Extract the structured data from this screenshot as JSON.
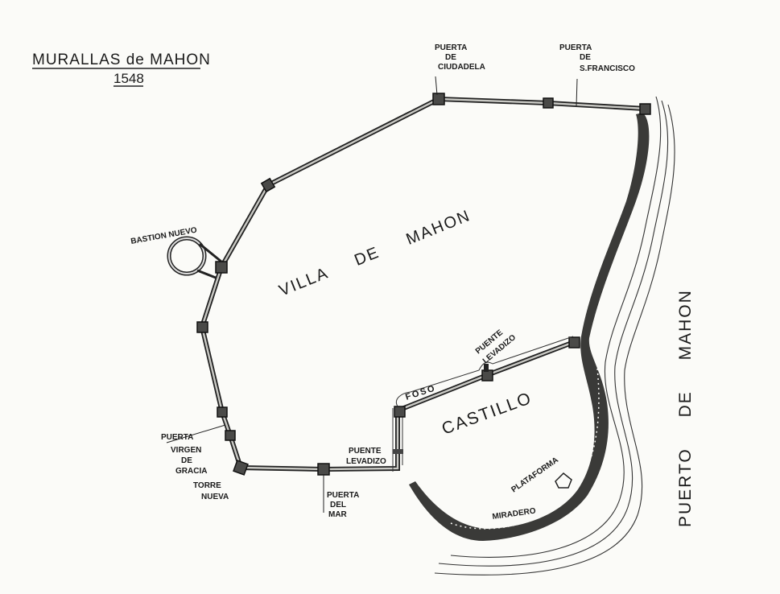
{
  "title": "MURALLAS de MAHON",
  "year": "1548",
  "labels": {
    "villa": "VILLA DE MAHON",
    "castillo": "CASTILLO",
    "puerto": "PUERTO DE MAHON",
    "bastion": "BASTION NUEVO",
    "puerta_ciudadela": [
      "PUERTA",
      "DE",
      "CIUDADELA"
    ],
    "puerta_sfrancisco": [
      "PUERTA",
      "DE",
      "S.FRANCISCO"
    ],
    "puerta_virgen": [
      "PUERTA",
      "VIRGEN",
      "DE",
      "GRACIA"
    ],
    "torre_nueva": [
      "TORRE",
      "NUEVA"
    ],
    "puerta_mar": [
      "PUERTA",
      "DEL",
      "MAR"
    ],
    "puente_levadizo_1": [
      "PUENTE",
      "LEVADIZO"
    ],
    "puente_levadizo_2": [
      "PUENTE",
      "LEVADIZO"
    ],
    "foso": "FOSO",
    "plataforma": "PLATAFORMA",
    "miradero": "MIRADERO"
  },
  "colors": {
    "ink": "#1a1a1a",
    "paper": "#fbfbf8"
  }
}
